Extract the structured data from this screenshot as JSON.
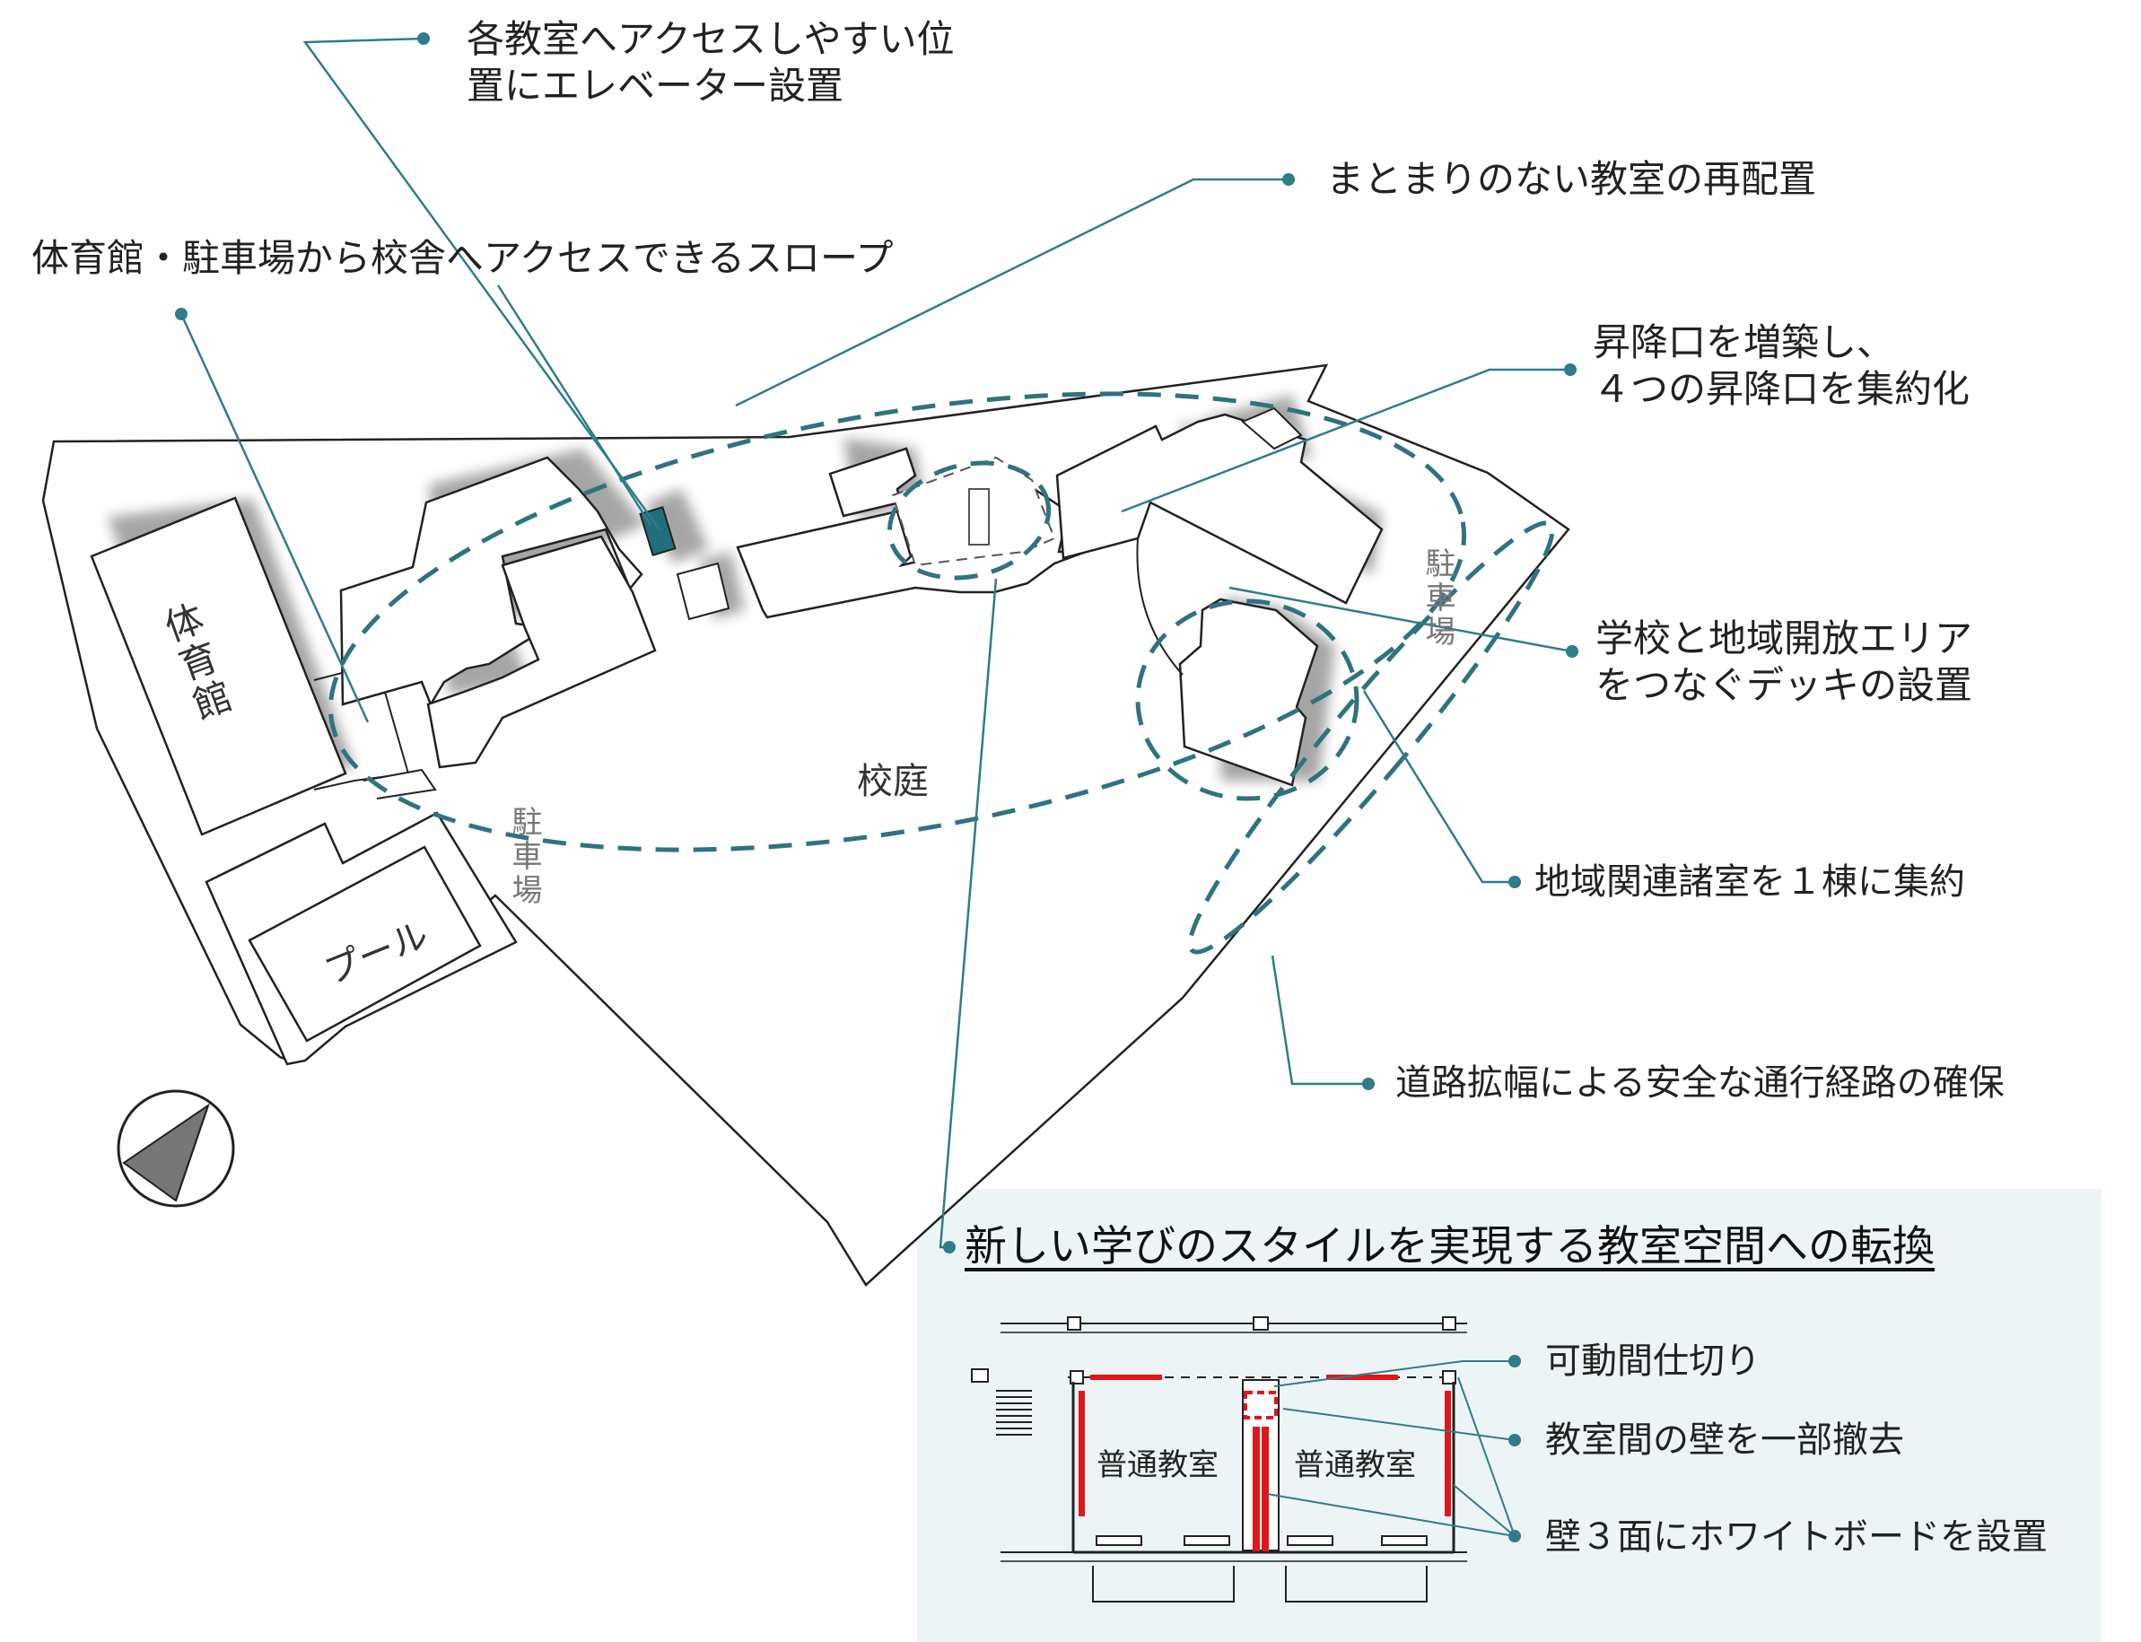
{
  "callouts": {
    "elevator": "各教室へアクセスしやすい位\n置にエレベーター設置",
    "elevator_line1": "各教室へアクセスしやすい位",
    "elevator_line2": "置にエレベーター設置",
    "relocation": "まとまりのない教室の再配置",
    "slope": "体育館・駐車場から校舎へアクセスできるスロープ",
    "entrance_line1": "昇降口を増築し、",
    "entrance_line2": "４つの昇降口を集約化",
    "deck_line1": "学校と地域開放エリア",
    "deck_line2": "をつなぐデッキの設置",
    "community": "地域関連諸室を１棟に集約",
    "road": "道路拡幅による安全な通行経路の確保"
  },
  "map_labels": {
    "gym": "体育館",
    "courtyard": "校庭",
    "parking_1": "駐車場",
    "parking_2": "駐車場",
    "pool": "プール"
  },
  "inset": {
    "title": "新しい学びのスタイルを実現する教室空間への転換",
    "room_left": "普通教室",
    "room_right": "普通教室",
    "note_partition": "可動間仕切り",
    "note_wall": "教室間の壁を一部撤去",
    "note_whiteboard": "壁３面にホワイトボードを設置"
  },
  "colors": {
    "accent": "#2e7d8a",
    "dashed_ellipse": "#2e7380",
    "highlight_red": "#e0161b",
    "inset_bg": "#edf4f6",
    "elevator_fill": "#216f7e"
  },
  "icons": {
    "north_arrow": "north-arrow-icon"
  }
}
